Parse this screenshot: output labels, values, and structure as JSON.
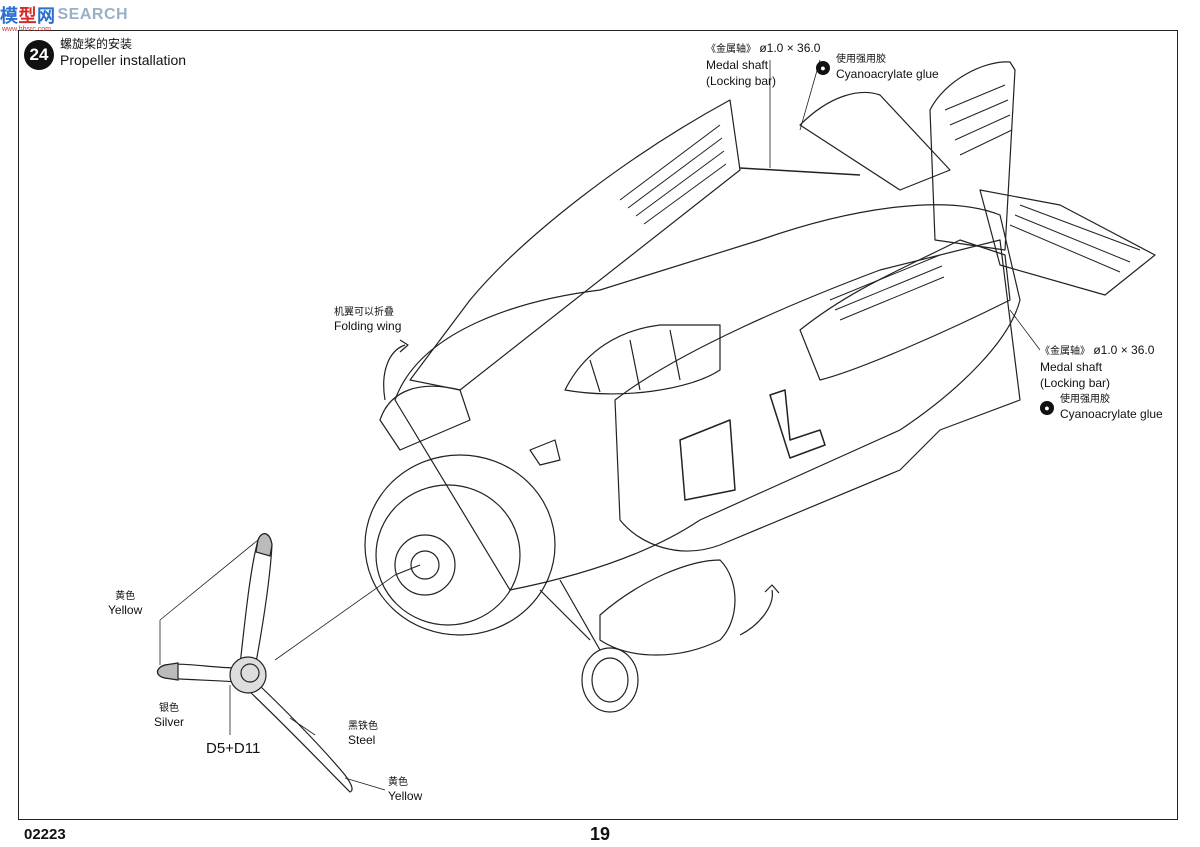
{
  "watermark": {
    "logo_a": "模",
    "logo_b": "型",
    "logo_c": "网",
    "text": "SEARCH",
    "url": "www.hbsrc.com"
  },
  "step": {
    "number": "24",
    "title_cn": "螺旋桨的安装",
    "title_en": "Propeller installation"
  },
  "shaft_top": {
    "label_cn": "《金属轴》",
    "size": "ø1.0 × 36.0",
    "line1": "Medal shaft",
    "line2": "(Locking bar)",
    "glue_cn": "使用强用胶",
    "glue_en": "Cyanoacrylate glue"
  },
  "shaft_right": {
    "label_cn": "《金属轴》",
    "size": "ø1.0 × 36.0",
    "line1": "Medal shaft",
    "line2": "(Locking bar)",
    "glue_cn": "使用强用胶",
    "glue_en": "Cyanoacrylate glue"
  },
  "folding": {
    "cn": "机翼可以折叠",
    "en": "Folding wing"
  },
  "yellow_top": {
    "cn": "黄色",
    "en": "Yellow"
  },
  "silver": {
    "cn": "银色",
    "en": "Silver"
  },
  "parts": "D5+D11",
  "steel": {
    "cn": "黑铁色",
    "en": "Steel"
  },
  "yellow_bottom": {
    "cn": "黄色",
    "en": "Yellow"
  },
  "footer": {
    "code": "02223",
    "page": "19"
  },
  "icons": {
    "glue": "cyanoacrylate-glue-icon"
  }
}
